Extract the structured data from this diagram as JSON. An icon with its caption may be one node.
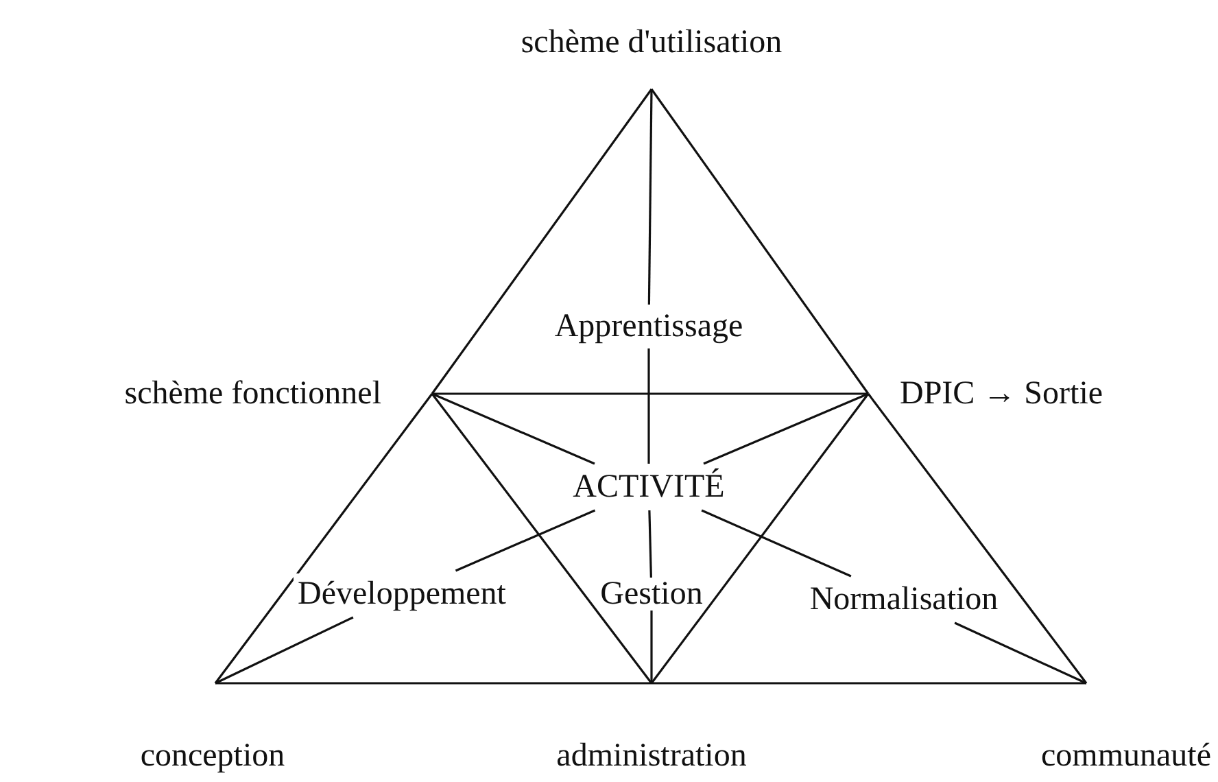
{
  "diagram": {
    "nodes": [
      {
        "text": [
          "schème d'utilisation"
        ]
      },
      {
        "text": [
          "schème fonctionnel"
        ]
      },
      {
        "text": [
          "DPIC → Sortie"
        ]
      },
      {
        "text": [
          "Apprentissage"
        ]
      },
      {
        "text": [
          "ACTIVITÉ"
        ]
      },
      {
        "text": [
          "Développement"
        ]
      },
      {
        "text": [
          "Gestion"
        ]
      },
      {
        "text": [
          "Normalisation"
        ]
      },
      {
        "text": [
          "conception"
        ]
      },
      {
        "text": [
          "administration"
        ]
      },
      {
        "text": [
          "communauté"
        ]
      }
    ],
    "edges": [
      {
        "from": 0,
        "to": 1,
        "arrow": "none"
      },
      {
        "from": 1,
        "to": 8,
        "arrow": "none"
      },
      {
        "from": 0,
        "to": 2,
        "arrow": "none"
      },
      {
        "from": 2,
        "to": 10,
        "arrow": "none"
      },
      {
        "from": 1,
        "to": 2,
        "arrow": "none"
      },
      {
        "from": 8,
        "to": 9,
        "arrow": "none"
      },
      {
        "from": 9,
        "to": 10,
        "arrow": "none"
      },
      {
        "from": 0,
        "to": 3,
        "arrow": "none"
      },
      {
        "from": 3,
        "to": 4,
        "arrow": "none"
      },
      {
        "from": 4,
        "to": 6,
        "arrow": "none"
      },
      {
        "from": 6,
        "to": 9,
        "arrow": "none"
      },
      {
        "from": 1,
        "to": 9,
        "arrow": "none"
      },
      {
        "from": 2,
        "to": 9,
        "arrow": "none"
      },
      {
        "from": 1,
        "to": 4,
        "arrow": "none"
      },
      {
        "from": 2,
        "to": 4,
        "arrow": "none"
      },
      {
        "from": 4,
        "to": 5,
        "arrow": "none"
      },
      {
        "from": 5,
        "to": 8,
        "arrow": "none"
      },
      {
        "from": 4,
        "to": 7,
        "arrow": "none"
      },
      {
        "from": 7,
        "to": 10,
        "arrow": "none"
      }
    ]
  }
}
